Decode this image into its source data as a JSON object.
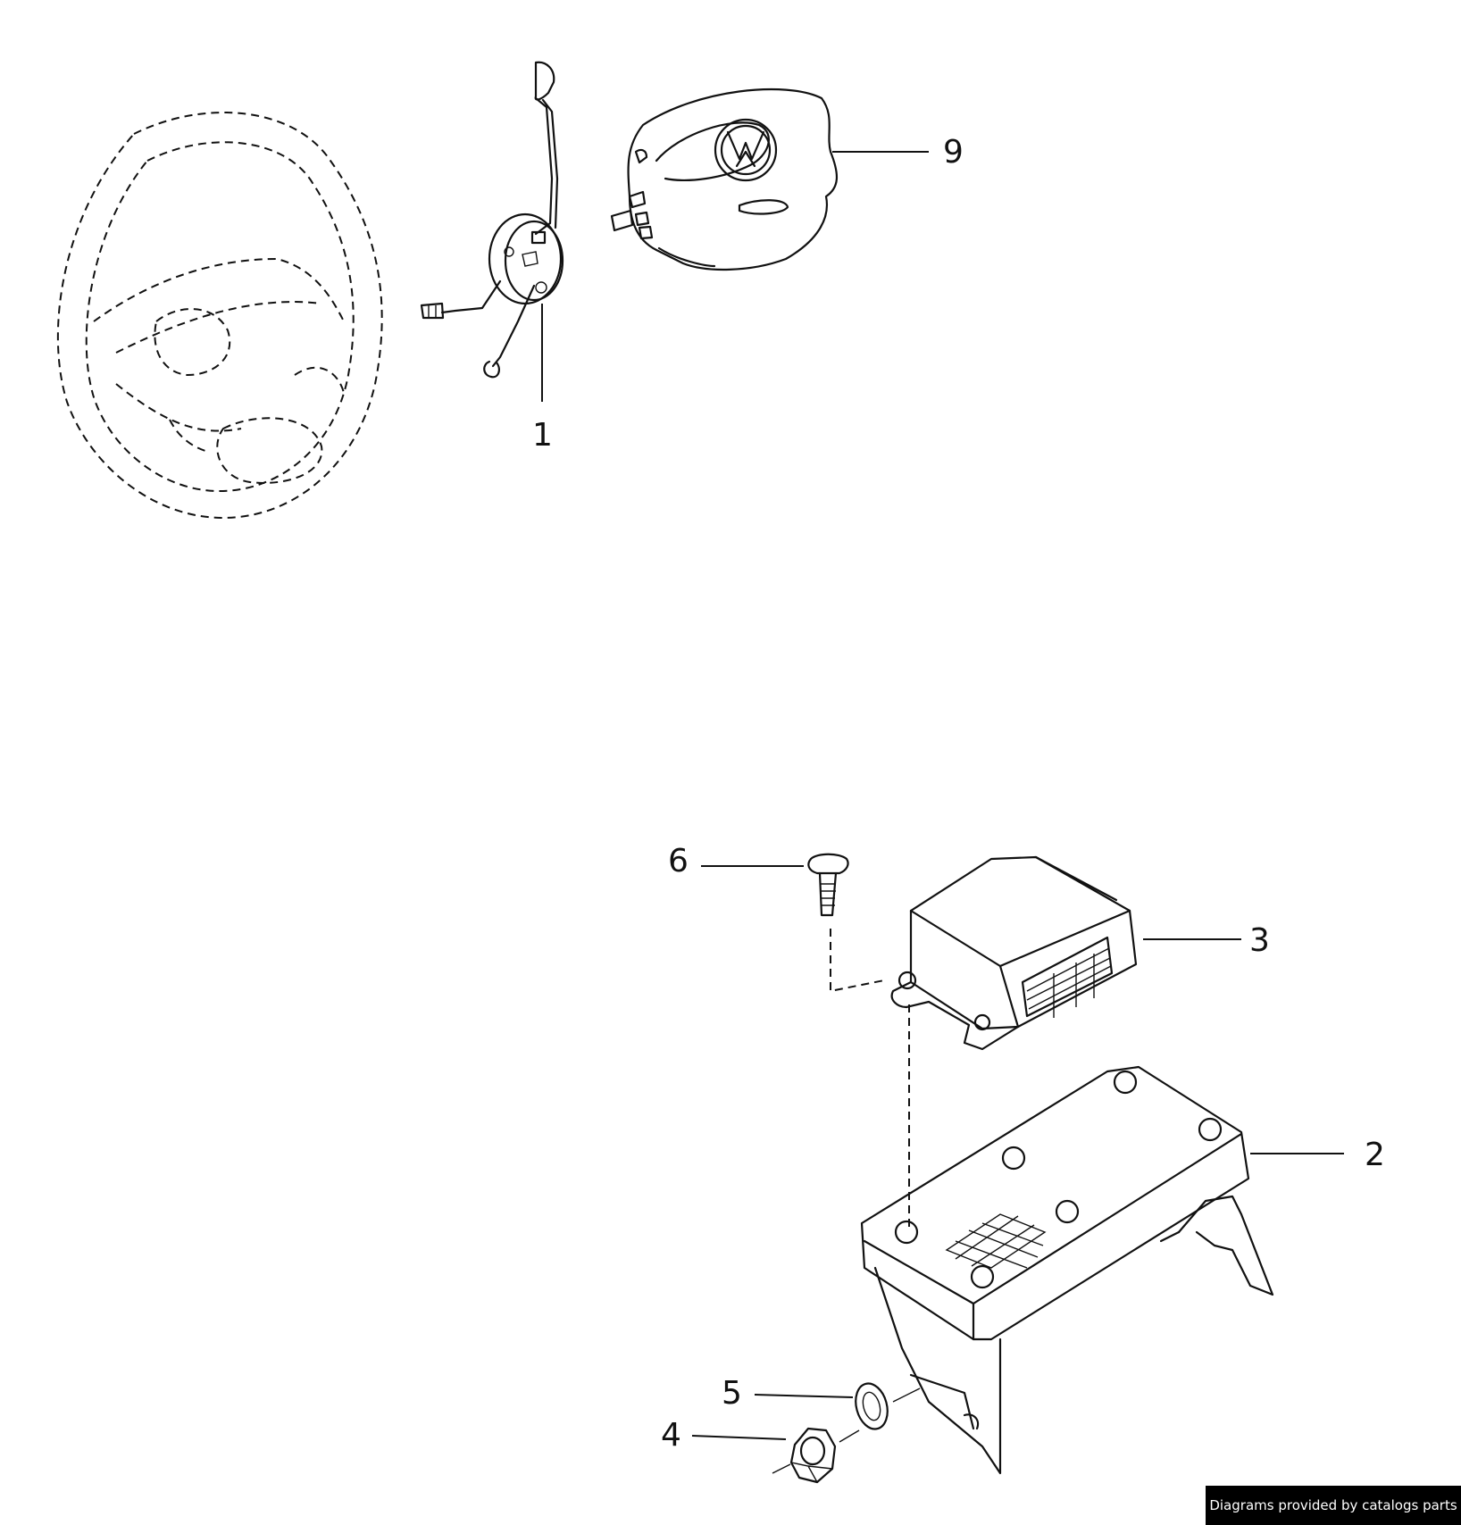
{
  "callouts": {
    "c1": "1",
    "c9": "9",
    "c6": "6",
    "c3": "3",
    "c2": "2",
    "c5": "5",
    "c4": "4"
  },
  "credit": "Diagrams provided by catalogs parts",
  "icons": {
    "steering_wheel": "steering-wheel-outline",
    "clock_spring": "clock-spring-slip-ring",
    "airbag": "driver-airbag-module",
    "control_unit": "airbag-control-unit",
    "bracket": "control-unit-bracket",
    "bolt": "bolt",
    "washer": "washer",
    "nut": "hex-nut"
  }
}
